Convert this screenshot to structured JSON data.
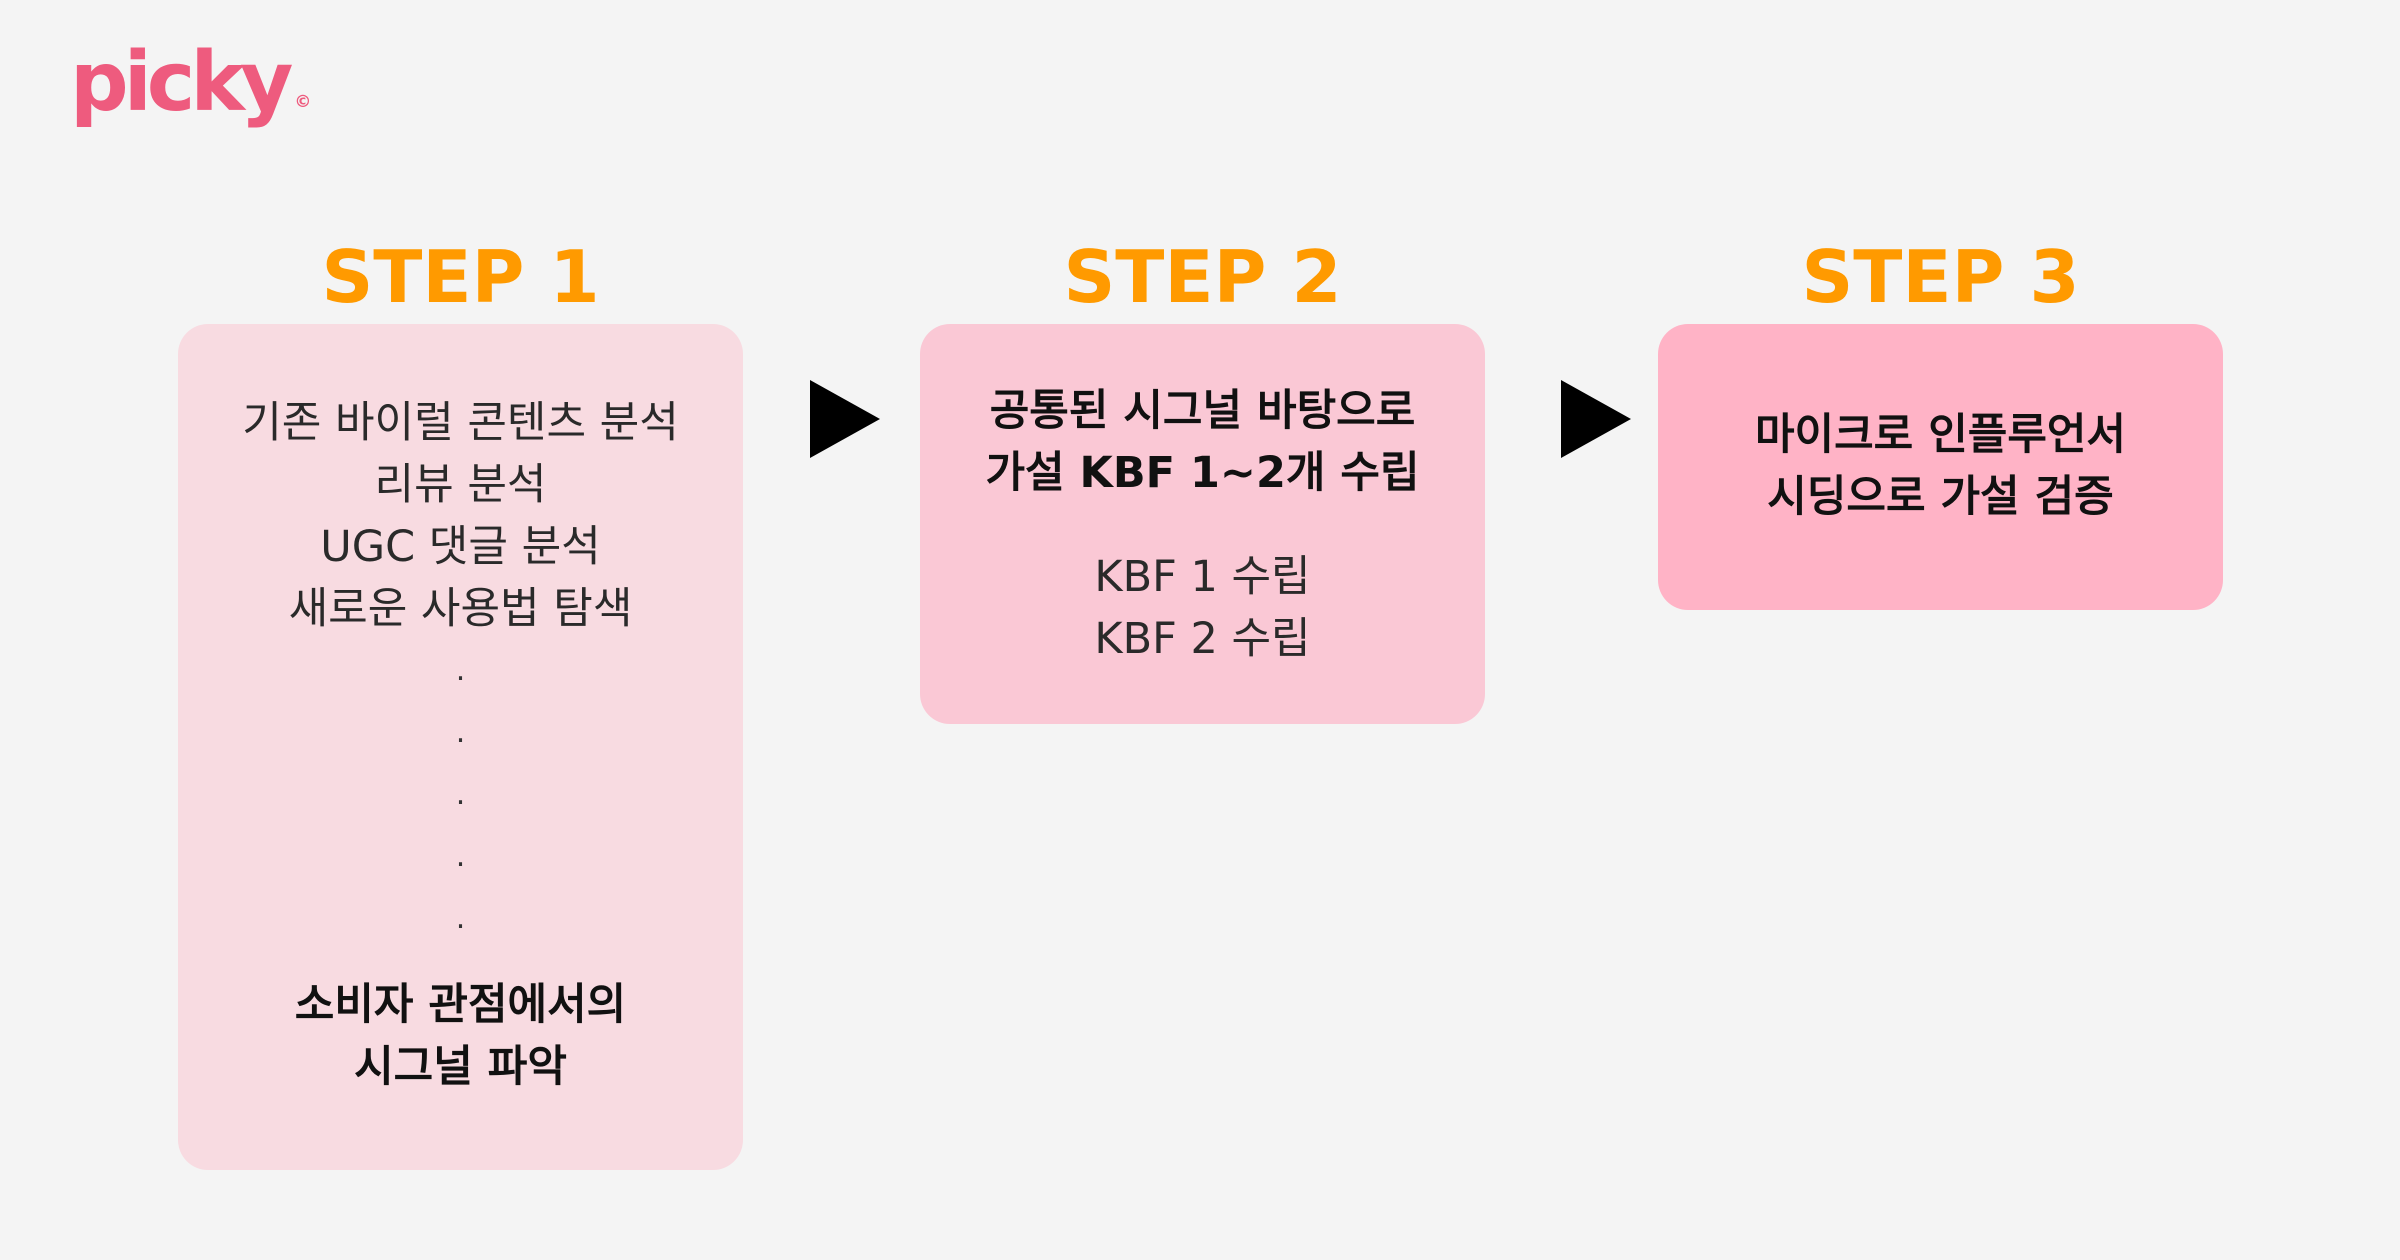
{
  "logo": {
    "text": "picky",
    "mark": "©",
    "color": "#ee5b7e"
  },
  "accent_color": "#ff9a00",
  "steps": [
    {
      "title": "STEP 1",
      "card_color": "#f8dbe1",
      "items": [
        "기존 바이럴 콘텐츠 분석",
        "리뷰 분석",
        "UGC 댓글 분석",
        "새로운 사용법 탐색"
      ],
      "dots": [
        ".",
        ".",
        ".",
        ".",
        "."
      ],
      "summary": [
        "소비자 관점에서의",
        "시그널 파악"
      ]
    },
    {
      "title": "STEP 2",
      "card_color": "#fac8d5",
      "heading": [
        "공통된 시그널 바탕으로",
        "가설 KBF 1~2개 수립"
      ],
      "items": [
        "KBF 1 수립",
        "KBF 2 수립"
      ]
    },
    {
      "title": "STEP 3",
      "card_color": "#ffb3c6",
      "heading": [
        "마이크로 인플루언서",
        "시딩으로 가설 검증"
      ]
    }
  ],
  "arrow_icon": "play-triangle-icon"
}
